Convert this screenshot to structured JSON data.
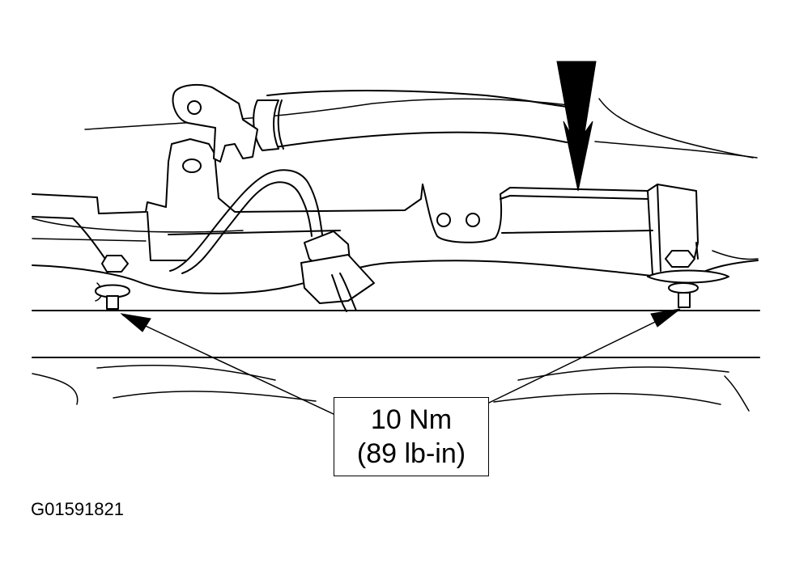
{
  "callout": {
    "torque_metric": "10 Nm",
    "torque_imperial": "(89 lb-in)"
  },
  "figure_id": "G01591821",
  "icons": {
    "direction_arrow": "down-arrow",
    "pointer_arrows": "arrowhead"
  }
}
